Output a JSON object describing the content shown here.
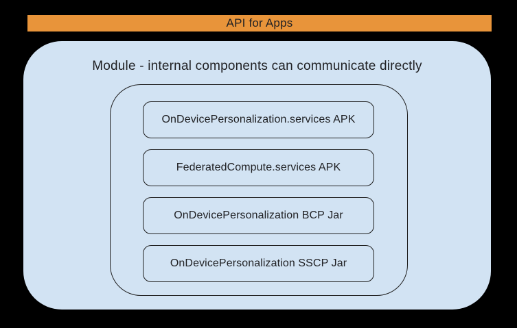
{
  "colors": {
    "background": "#000000",
    "banner_bg": "#E8943A",
    "module_bg": "#D2E3F3",
    "outline": "#1F1F1F",
    "text": "#202124"
  },
  "banner": {
    "label": "API for Apps"
  },
  "module": {
    "title": "Module - internal components can communicate directly",
    "components": [
      {
        "label": "OnDevicePersonalization.services APK"
      },
      {
        "label": "FederatedCompute.services APK"
      },
      {
        "label": "OnDevicePersonalization BCP Jar"
      },
      {
        "label": "OnDevicePersonalization SSCP Jar"
      }
    ]
  }
}
